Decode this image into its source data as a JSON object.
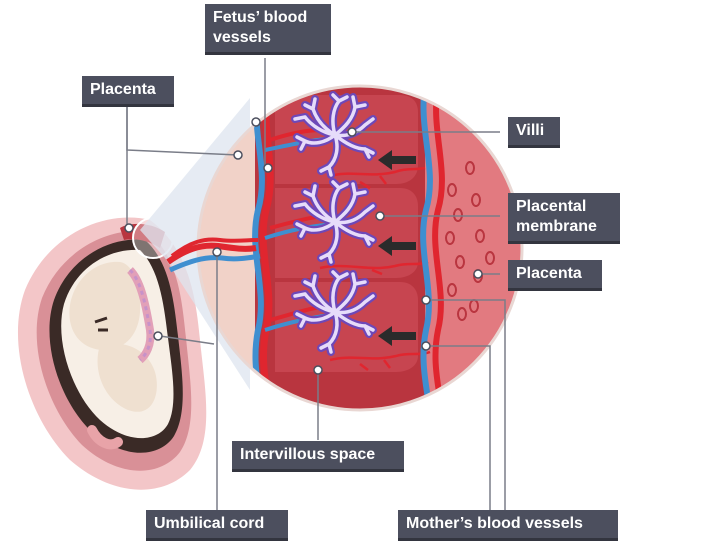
{
  "labels": {
    "fetus_blood_vessels": [
      "Fetus’ blood",
      "vessels"
    ],
    "placenta_left": "Placenta",
    "villi": "Villi",
    "placental_membrane": [
      "Placental",
      "membrane"
    ],
    "placenta_right": "Placenta",
    "intervillous_space": "Intervillous space",
    "umbilical_cord": "Umbilical cord",
    "mothers_blood_vessels": "Mother’s blood vessels"
  },
  "colors": {
    "label_bg": "#4c4f5e",
    "artery_red": "#e0262f",
    "vein_blue": "#3f8fd0",
    "villi_purple": "#9d7fd6",
    "tissue_dark": "#b9353f",
    "tissue_light": "#e6858a",
    "uterus_pink": "#f3c6c8"
  },
  "icons": [
    "arrow-left-icon",
    "arrow-left-icon",
    "arrow-left-icon"
  ]
}
